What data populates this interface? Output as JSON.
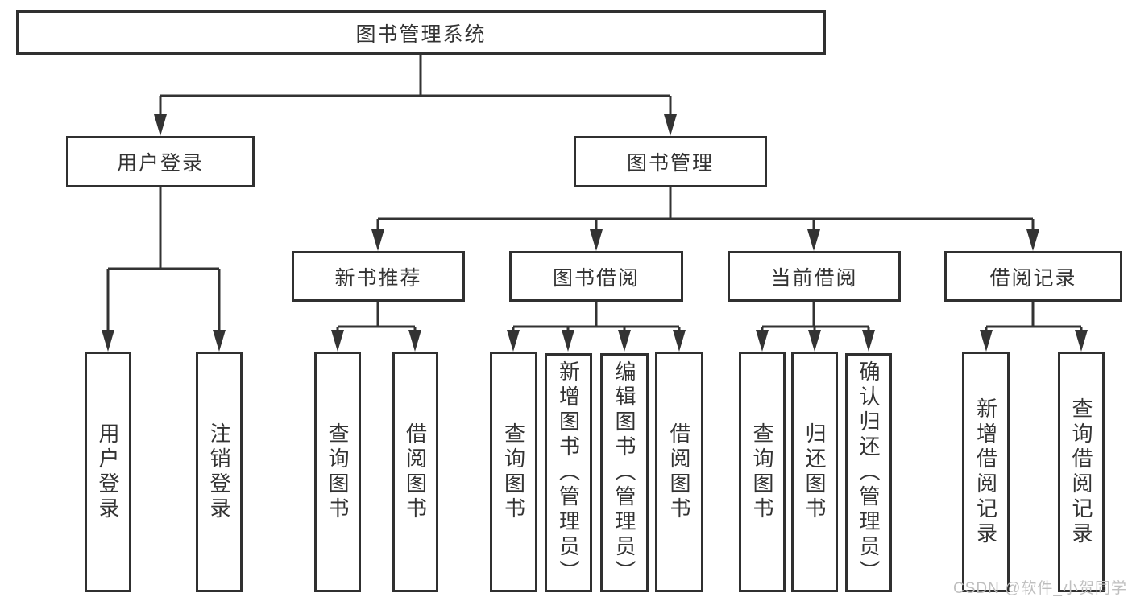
{
  "diagram": {
    "title": "图书管理系统",
    "watermark": "CSDN @软件_小贺同学",
    "level2": {
      "login": "用户登录",
      "management": "图书管理"
    },
    "level3": {
      "new_books": "新书推荐",
      "borrowing": "图书借阅",
      "current": "当前借阅",
      "records": "借阅记录"
    },
    "leaves": {
      "login": [
        "用户登录",
        "注销登录"
      ],
      "new_books": [
        "查询图书",
        "借阅图书"
      ],
      "borrowing": [
        "查询图书",
        "新增图书（管理员）",
        "编辑图书（管理员）",
        "借阅图书"
      ],
      "current": [
        "查询图书",
        "归还图书",
        "确认归还（管理员）"
      ],
      "records": [
        "新增借阅记录",
        "查询借阅记录"
      ]
    }
  }
}
